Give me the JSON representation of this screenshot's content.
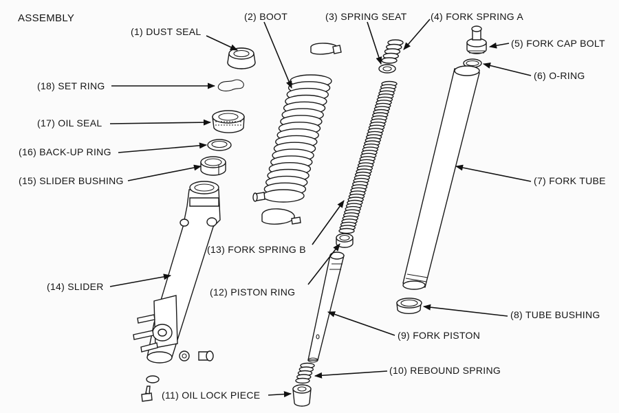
{
  "title": "ASSEMBLY",
  "parts": {
    "dust_seal": "(1) DUST SEAL",
    "boot": "(2) BOOT",
    "spring_seat": "(3) SPRING SEAT",
    "fork_spring_a": "(4) FORK SPRING A",
    "fork_cap_bolt": "(5) FORK CAP BOLT",
    "o_ring": "(6) O-RING",
    "fork_tube": "(7) FORK TUBE",
    "tube_bushing": "(8) TUBE BUSHING",
    "fork_piston": "(9) FORK PISTON",
    "rebound_spring": "(10) REBOUND SPRING",
    "oil_lock_piece": "(11) OIL LOCK PIECE",
    "piston_ring": "(12) PISTON RING",
    "fork_spring_b": "(13) FORK SPRING B",
    "slider": "(14) SLIDER",
    "slider_bushing": "(15) SLIDER BUSHING",
    "back_up_ring": "(16) BACK-UP RING",
    "oil_seal": "(17) OIL SEAL",
    "set_ring": "(18) SET RING"
  }
}
